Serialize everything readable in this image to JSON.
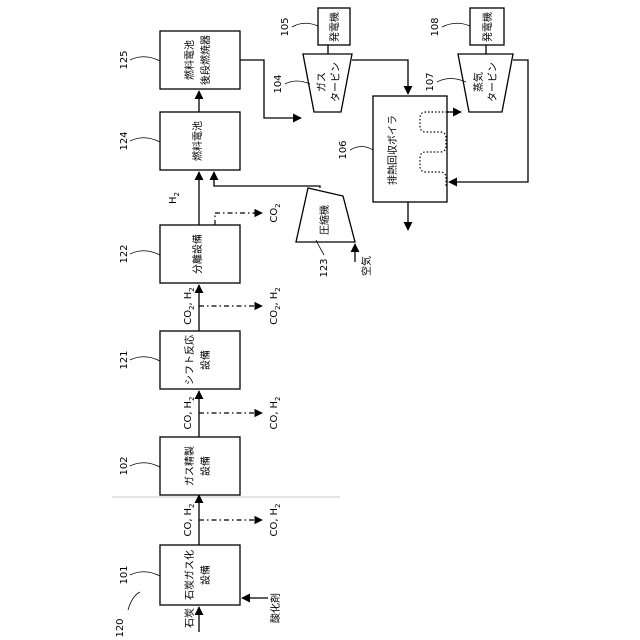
{
  "diagram": {
    "system_ref": "120",
    "units": {
      "gasifier": {
        "ref": "101",
        "label_line1": "石炭ガス化",
        "label_line2": "設備"
      },
      "gas_purifier": {
        "ref": "102",
        "label_line1": "ガス精製",
        "label_line2": "設備"
      },
      "shift_reactor": {
        "ref": "121",
        "label_line1": "シフト反応",
        "label_line2": "設備"
      },
      "separator": {
        "ref": "122",
        "label_line1": "分離設備"
      },
      "fuel_cell": {
        "ref": "124",
        "label_line1": "燃料電池"
      },
      "afterburner": {
        "ref": "125",
        "label_line1": "燃料電池",
        "label_line2": "後段燃焼器"
      },
      "compressor": {
        "ref": "123",
        "label_line1": "圧縮機"
      },
      "gas_turbine": {
        "ref": "104",
        "label_line1": "ガス",
        "label_line2": "タービン"
      },
      "generator_1": {
        "ref": "105",
        "label_line1": "発電機"
      },
      "hrsg": {
        "ref": "106",
        "label_line1": "排熱回収ボイラ"
      },
      "steam_turbine": {
        "ref": "107",
        "label_line1": "蒸気",
        "label_line2": "タービン"
      },
      "generator_2": {
        "ref": "108",
        "label_line1": "発電機"
      }
    },
    "streams": {
      "coal": "石炭",
      "oxidant": "酸化剤",
      "air": "空気",
      "co": "CO",
      "h2": "H",
      "co2": "CO",
      "sub2": "2",
      "comma": ","
    }
  }
}
